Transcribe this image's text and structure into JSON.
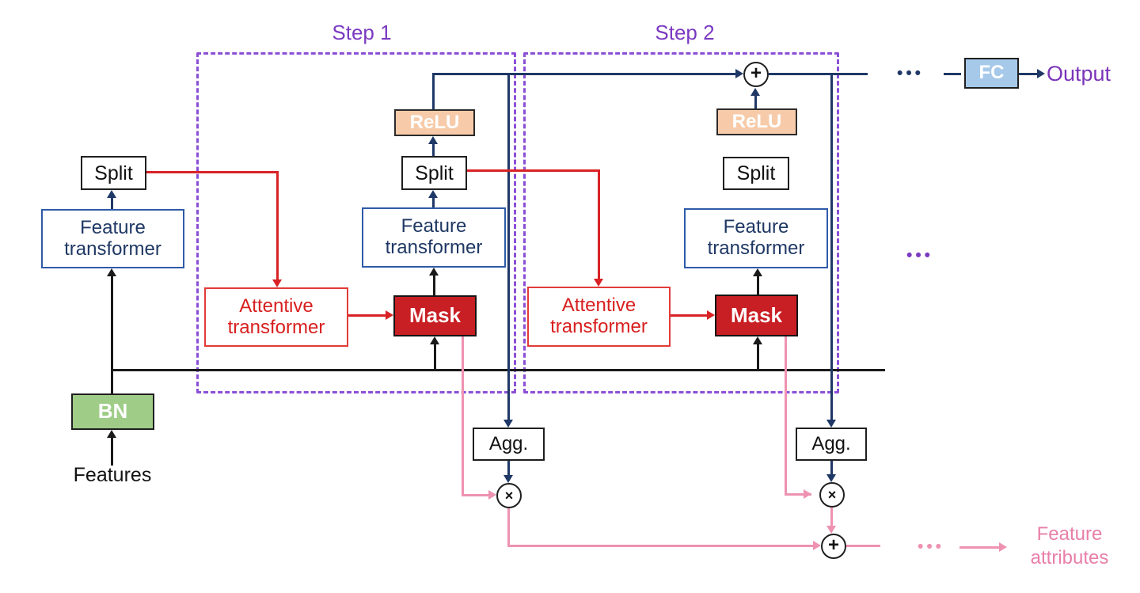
{
  "diagram": {
    "kind": "neural-network-architecture",
    "steps": [
      {
        "label": "Step 1"
      },
      {
        "label": "Step 2"
      }
    ]
  },
  "labels": {
    "step1": "Step 1",
    "step2": "Step 2",
    "split": "Split",
    "feature_transformer": "Feature transformer",
    "attentive_transformer": "Attentive transformer",
    "mask": "Mask",
    "relu": "ReLU",
    "bn": "BN",
    "agg": "Agg.",
    "fc": "FC",
    "features": "Features",
    "output": "Output",
    "feature_attributes": "Feature attributes"
  },
  "operators": {
    "plus": "+",
    "times": "×"
  },
  "ellipsis": {
    "dots": "•••"
  },
  "colors": {
    "navy_line": "#1F3866",
    "black_line": "#1A1A1A",
    "red_line": "#D92226",
    "red_box_border": "#E23B38",
    "pink_line": "#EE92B2",
    "purple_label": "#7B3AC1",
    "purple_dash": "#8B4FD6",
    "mask_fill": "#C81F24",
    "relu_fill": "#F7CBA9",
    "bn_fill": "#9FCC87",
    "fc_fill": "#A6C9EA",
    "feature_transformer_border": "#2E5BA8",
    "feature_transformer_text": "#1F3864"
  }
}
